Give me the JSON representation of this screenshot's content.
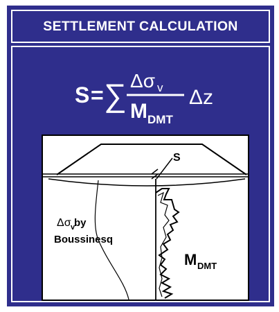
{
  "title": "SETTLEMENT CALCULATION",
  "formula": {
    "lhs": "S",
    "equals": "=",
    "sum_symbol": "∑",
    "numerator": "Δσ",
    "numerator_sub": "v",
    "denominator": "M",
    "denominator_sub": "DMT",
    "factor": "Δz"
  },
  "diagram": {
    "settlement_label": "S",
    "stress_label": "Δσ",
    "stress_sub": "v",
    "stress_label_suffix": " by",
    "method_label": "Boussinesq",
    "modulus_label": "M",
    "modulus_sub": "DMT"
  },
  "colors": {
    "background": "#2f2e8c",
    "text": "#ffffff",
    "diagram_bg": "#ffffff",
    "ink": "#000000"
  }
}
